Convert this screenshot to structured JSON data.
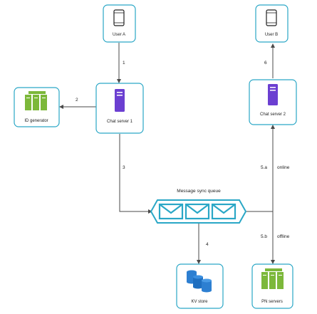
{
  "nodes": {
    "user_a": {
      "label": "User A",
      "icon": "smartphone-icon"
    },
    "user_b": {
      "label": "User B",
      "icon": "smartphone-icon"
    },
    "chat_server_1": {
      "label": "Chat server 1",
      "icon": "server-icon"
    },
    "chat_server_2": {
      "label": "Chat server 2",
      "icon": "server-icon"
    },
    "id_generator": {
      "label": "ID generator",
      "icon": "server-cluster-icon"
    },
    "message_queue": {
      "label": "Message sync queue",
      "icon": "message-queue-icon"
    },
    "kv_store": {
      "label": "KV store",
      "icon": "database-icon"
    },
    "pn_servers": {
      "label": "PN servers",
      "icon": "server-cluster-icon"
    }
  },
  "edges": {
    "step_1": "1",
    "step_2": "2",
    "step_3": "3",
    "step_4": "4",
    "step_5a": "5.a",
    "step_5a_note": "online",
    "step_5b": "5.b",
    "step_5b_note": "offline",
    "step_6": "6"
  },
  "colors": {
    "box_border": "#2aa7c6",
    "line": "#4a4a4a",
    "server_purple": "#6b3fd1",
    "cluster_green": "#7cb83a",
    "db_blue": "#2d7fd1"
  }
}
